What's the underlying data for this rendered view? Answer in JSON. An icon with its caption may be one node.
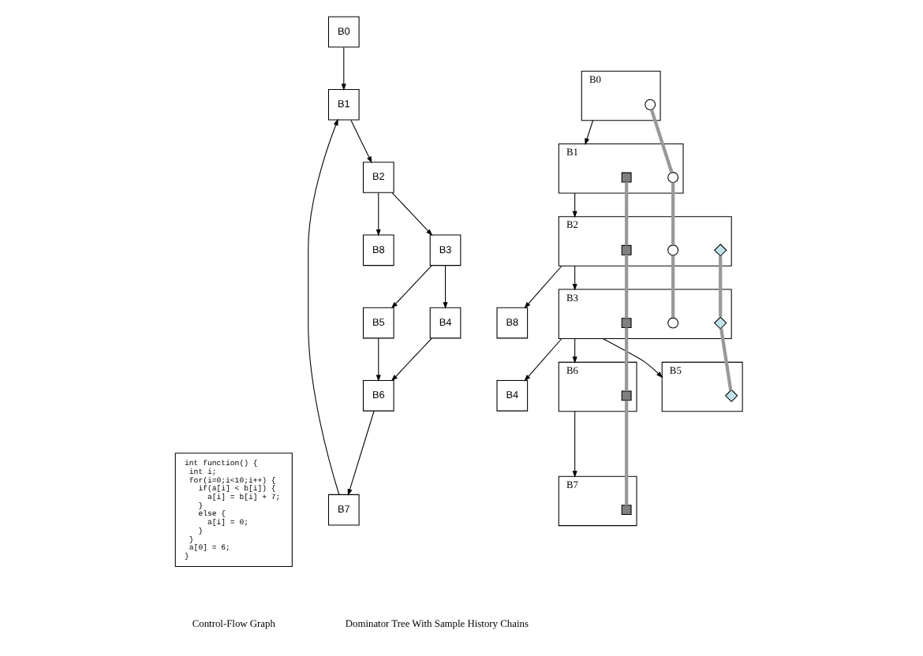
{
  "diagram": {
    "nodes": [
      {
        "text": [
          "int function() {",
          "  int i;",
          "  for(i=0;i<10;i++) {",
          "    if(a[i] < b[i]) {",
          "      a[i] = b[i] + 7;",
          "    }",
          "    else {",
          "      a[i] = 0;",
          "    }",
          "  }",
          "  a[0] = 6;",
          "}"
        ]
      },
      {
        "text": [
          "B0"
        ]
      },
      {
        "text": [
          "B1"
        ]
      },
      {
        "text": [
          "B2"
        ]
      },
      {
        "text": [
          "B3"
        ]
      },
      {
        "text": [
          "B4"
        ]
      },
      {
        "text": [
          "B5"
        ]
      },
      {
        "text": [
          "B6"
        ]
      },
      {
        "text": [
          "B7"
        ]
      },
      {
        "text": [
          "B8"
        ]
      },
      {
        "text": [
          "B0"
        ]
      },
      {
        "text": [],
        "shape": "circle",
        "in": 10
      },
      {
        "text": [
          "B1"
        ]
      },
      {
        "text": [],
        "shape": "circle",
        "in": 12
      },
      {
        "text": [],
        "shape": "box",
        "in": 12
      },
      {
        "text": [
          "B2"
        ]
      },
      {
        "text": [],
        "shape": "circle",
        "in": 15
      },
      {
        "text": [],
        "shape": "box",
        "in": 15
      },
      {
        "text": [],
        "shape": "diamond",
        "in": 15
      },
      {
        "text": [
          "B8"
        ]
      },
      {
        "text": [
          "B3"
        ]
      },
      {
        "text": [],
        "shape": "circle",
        "in": 20
      },
      {
        "text": [],
        "shape": "box",
        "in": 20
      },
      {
        "text": [],
        "shape": "diamond",
        "in": 20
      },
      {
        "text": [
          "B4"
        ]
      },
      {
        "text": [
          "B6"
        ]
      },
      {
        "text": [],
        "shape": "box",
        "in": 25
      },
      {
        "text": [
          "B5"
        ]
      },
      {
        "text": [],
        "shape": "diamond",
        "in": 27
      },
      {
        "text": [
          "B7"
        ]
      },
      {
        "text": [],
        "shape": "box",
        "in": 29
      }
    ],
    "edges": [
      {
        "from": 1,
        "to": 2,
        "arrow": "to"
      },
      {
        "from": 2,
        "to": 3,
        "arrow": "to"
      },
      {
        "from": 3,
        "to": 4,
        "arrow": "to"
      },
      {
        "from": 3,
        "to": 9,
        "arrow": "to"
      },
      {
        "from": 4,
        "to": 5,
        "arrow": "to"
      },
      {
        "from": 4,
        "to": 6,
        "arrow": "to"
      },
      {
        "from": 5,
        "to": 7,
        "arrow": "to"
      },
      {
        "from": 6,
        "to": 7,
        "arrow": "to"
      },
      {
        "from": 7,
        "to": 8,
        "arrow": "to"
      },
      {
        "from": 8,
        "to": 2,
        "arrow": "to"
      },
      {
        "from": 10,
        "to": 12,
        "arrow": "to"
      },
      {
        "from": 12,
        "to": 15,
        "arrow": "to"
      },
      {
        "from": 15,
        "to": 19,
        "arrow": "to"
      },
      {
        "from": 15,
        "to": 20,
        "arrow": "to"
      },
      {
        "from": 20,
        "to": 24,
        "arrow": "to"
      },
      {
        "from": 20,
        "to": 25,
        "arrow": "to"
      },
      {
        "from": 20,
        "to": 27,
        "arrow": "to"
      },
      {
        "from": 25,
        "to": 29,
        "arrow": "to"
      },
      {
        "from": 11,
        "to": 13,
        "arrow": "none",
        "style": "thick",
        "color": "#999999"
      },
      {
        "from": 13,
        "to": 16,
        "arrow": "none",
        "style": "thick",
        "color": "#999999"
      },
      {
        "from": 16,
        "to": 21,
        "arrow": "none",
        "style": "thick",
        "color": "#999999"
      },
      {
        "from": 14,
        "to": 17,
        "arrow": "none",
        "style": "thick",
        "color": "#999999"
      },
      {
        "from": 17,
        "to": 22,
        "arrow": "none",
        "style": "thick",
        "color": "#999999"
      },
      {
        "from": 22,
        "to": 26,
        "arrow": "none",
        "style": "thick",
        "color": "#999999"
      },
      {
        "from": 26,
        "to": 30,
        "arrow": "none",
        "style": "thick",
        "color": "#999999"
      },
      {
        "from": 18,
        "to": 23,
        "arrow": "none",
        "style": "thick",
        "color": "#999999"
      },
      {
        "from": 23,
        "to": 28,
        "arrow": "none",
        "style": "thick",
        "color": "#999999"
      }
    ],
    "labels": [
      "Control-Flow Graph",
      "Dominator Tree With Sample History Chains"
    ]
  }
}
